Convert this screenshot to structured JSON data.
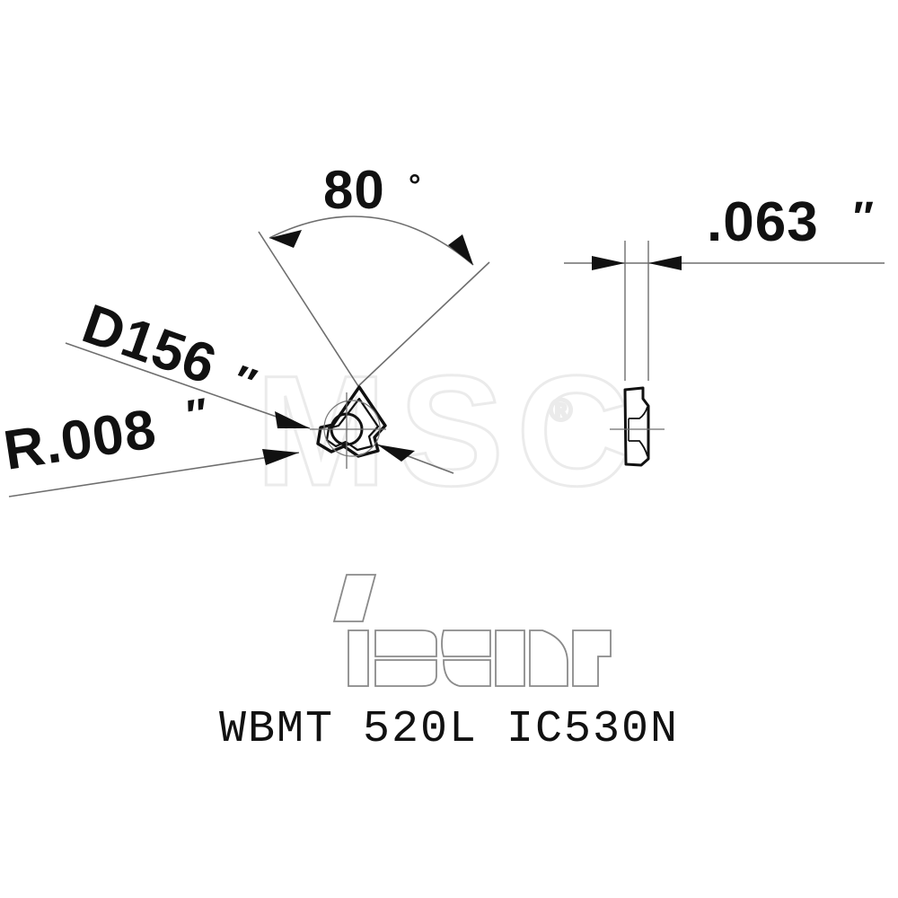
{
  "drawing": {
    "background_color": "#ffffff",
    "line_color": "#111111",
    "thin_line_color": "#6e6e6e",
    "logo_line_color": "#8a8a8a",
    "watermark_color": "#ebebeb"
  },
  "dimensions": {
    "corner_angle": {
      "label": "80",
      "degree_symbol": "°",
      "name": "included-corner-angle"
    },
    "inscribed_circle": {
      "label": "D156",
      "unit_symbol": "″",
      "name": "inscribed-circle-diameter"
    },
    "corner_radius": {
      "label": "R.008",
      "unit_symbol": "″",
      "name": "corner-radius"
    },
    "thickness": {
      "label": ".063",
      "unit_symbol": "″",
      "name": "insert-thickness"
    }
  },
  "views": {
    "top_view_name": "trigon-insert-top-view",
    "side_view_name": "insert-side-view"
  },
  "branding": {
    "logo_name": "iscar-logo",
    "logo_text": "iscar",
    "watermark_text": "MSC",
    "watermark_registered": "®"
  },
  "part": {
    "designation": "WBMT 520L IC530N",
    "insert_code": "WBMT",
    "size_code": "520L",
    "grade_code": "IC530N"
  }
}
